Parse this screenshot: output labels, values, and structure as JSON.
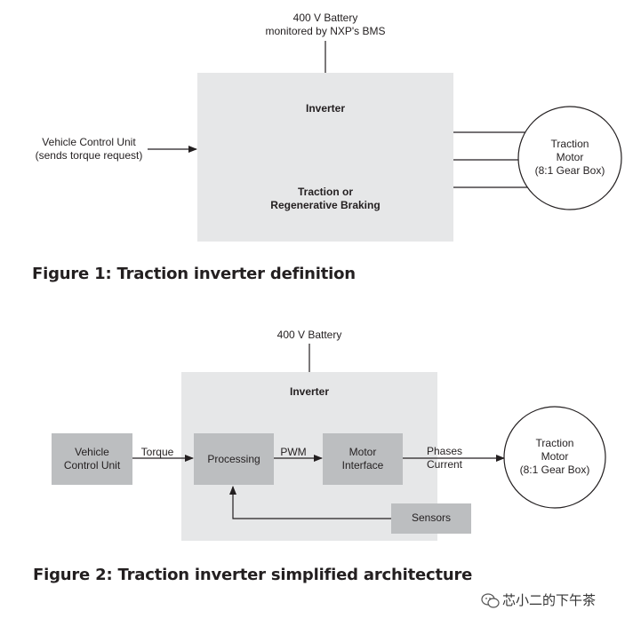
{
  "figure1": {
    "battery_line1": "400 V Battery",
    "battery_line2": "monitored by NXP's BMS",
    "inverter_title": "Inverter",
    "function_line1": "Traction or",
    "function_line2": "Regenerative Braking",
    "vcu_line1": "Vehicle Control Unit",
    "vcu_line2": "(sends torque request)",
    "motor_line1": "Traction",
    "motor_line2": "Motor",
    "motor_line3": "(8:1 Gear Box)",
    "caption": "Figure 1: Traction inverter definition"
  },
  "figure2": {
    "battery": "400 V Battery",
    "inverter_title": "Inverter",
    "vcu_line1": "Vehicle",
    "vcu_line2": "Control Unit",
    "torque_label": "Torque",
    "processing": "Processing",
    "pwm_label": "PWM",
    "motor_interface_line1": "Motor",
    "motor_interface_line2": "Interface",
    "phases_line1": "Phases",
    "phases_line2": "Current",
    "sensors": "Sensors",
    "motor_line1": "Traction",
    "motor_line2": "Motor",
    "motor_line3": "(8:1 Gear Box)",
    "caption": "Figure 2: Traction inverter simplified architecture"
  },
  "watermark": {
    "text": "芯小二的下午茶",
    "icon": "wechat-icon"
  },
  "colors": {
    "inverter_fill": "#e6e7e8",
    "block_fill": "#bcbec0",
    "line": "#231f20",
    "text": "#231f20"
  }
}
